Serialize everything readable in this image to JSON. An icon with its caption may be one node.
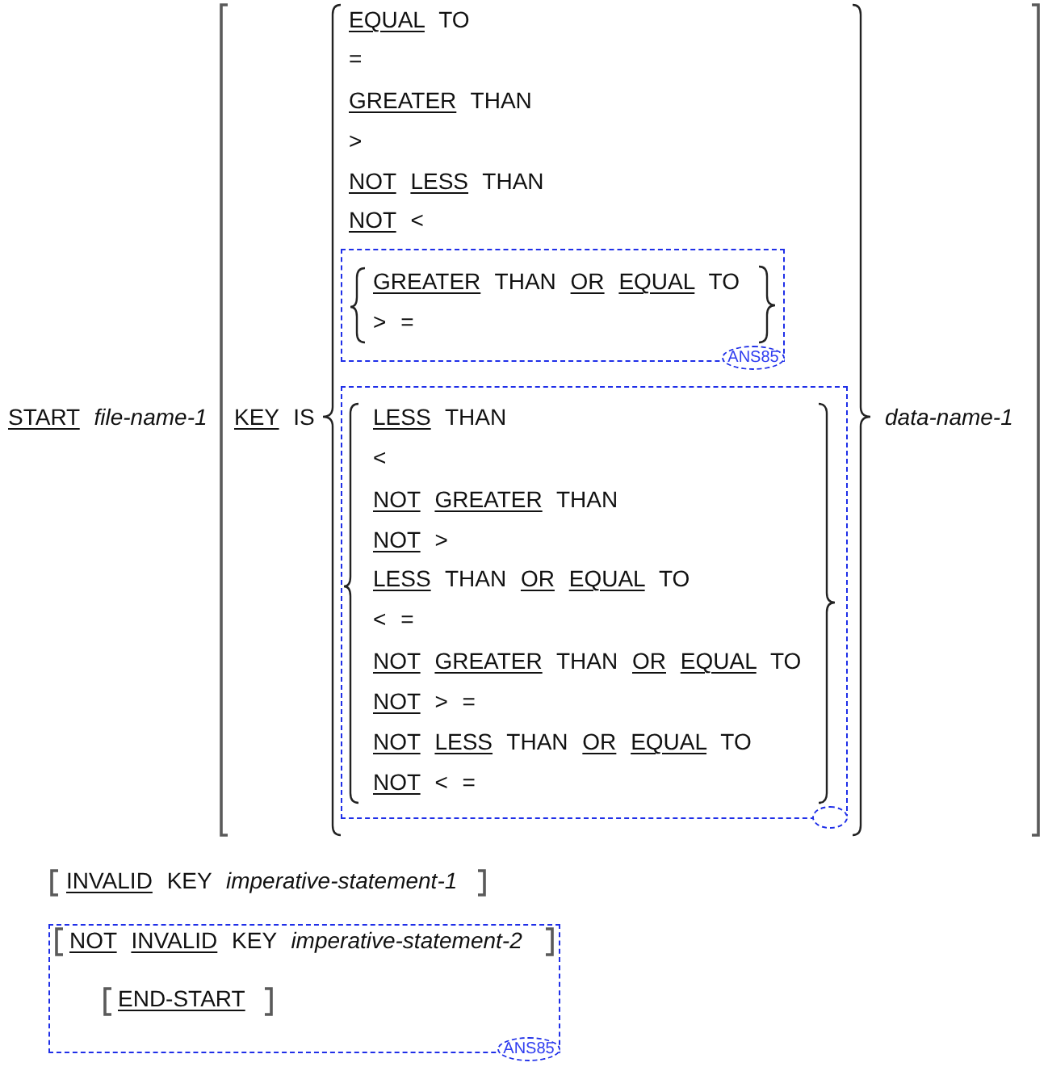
{
  "diagram": {
    "nodes": [
      {
        "text": [
          "GREATER THAN OR EQUAL TO",
          "> ="
        ]
      },
      {
        "text": [
          "ANS85"
        ]
      },
      {
        "text": [
          "LESS THAN",
          "<",
          "NOT GREATER THAN",
          "NOT >",
          "LESS THAN OR EQUAL TO",
          "< =",
          "NOT GREATER THAN OR EQUAL TO",
          "NOT > =",
          "NOT LESS THAN OR EQUAL TO",
          "NOT < ="
        ]
      },
      {
        "text": [],
        "shape": "ellipse"
      },
      {
        "text": [
          "NOT INVALID KEY *imperative-statement-2*",
          "END-START"
        ]
      },
      {
        "text": [
          "ANS85"
        ]
      }
    ],
    "labels": [
      "EQUAL TO",
      "=",
      "GREATER THAN",
      ">",
      "NOT LESS THAN",
      "NOT <",
      "START *file-name-1*",
      "KEY IS",
      "data-name-1",
      "INVALID KEY *imperative-statement-1*"
    ]
  }
}
